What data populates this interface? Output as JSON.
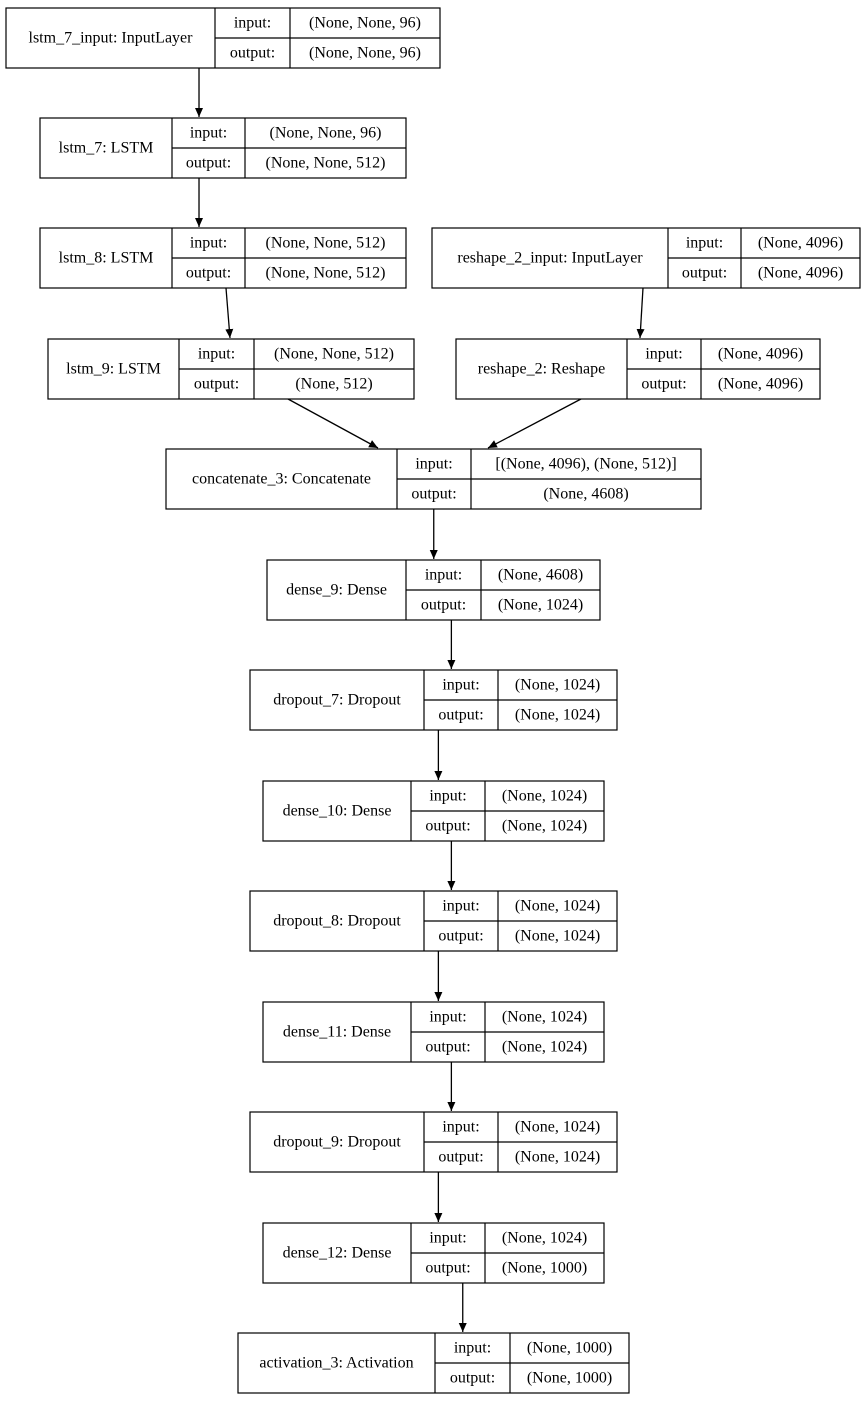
{
  "labels": {
    "input": "input:",
    "output": "output:"
  },
  "nodes": [
    {
      "id": "lstm_7_input",
      "title": "lstm_7_input: InputLayer",
      "input": "(None, None, 96)",
      "output": "(None, None, 96)"
    },
    {
      "id": "lstm_7",
      "title": "lstm_7: LSTM",
      "input": "(None, None, 96)",
      "output": "(None, None, 512)"
    },
    {
      "id": "lstm_8",
      "title": "lstm_8: LSTM",
      "input": "(None, None, 512)",
      "output": "(None, None, 512)"
    },
    {
      "id": "reshape_2_input",
      "title": "reshape_2_input: InputLayer",
      "input": "(None, 4096)",
      "output": "(None, 4096)"
    },
    {
      "id": "lstm_9",
      "title": "lstm_9: LSTM",
      "input": "(None, None, 512)",
      "output": "(None, 512)"
    },
    {
      "id": "reshape_2",
      "title": "reshape_2: Reshape",
      "input": "(None, 4096)",
      "output": "(None, 4096)"
    },
    {
      "id": "concatenate_3",
      "title": "concatenate_3: Concatenate",
      "input": "[(None, 4096), (None, 512)]",
      "output": "(None, 4608)"
    },
    {
      "id": "dense_9",
      "title": "dense_9: Dense",
      "input": "(None, 4608)",
      "output": "(None, 1024)"
    },
    {
      "id": "dropout_7",
      "title": "dropout_7: Dropout",
      "input": "(None, 1024)",
      "output": "(None, 1024)"
    },
    {
      "id": "dense_10",
      "title": "dense_10: Dense",
      "input": "(None, 1024)",
      "output": "(None, 1024)"
    },
    {
      "id": "dropout_8",
      "title": "dropout_8: Dropout",
      "input": "(None, 1024)",
      "output": "(None, 1024)"
    },
    {
      "id": "dense_11",
      "title": "dense_11: Dense",
      "input": "(None, 1024)",
      "output": "(None, 1024)"
    },
    {
      "id": "dropout_9",
      "title": "dropout_9: Dropout",
      "input": "(None, 1024)",
      "output": "(None, 1024)"
    },
    {
      "id": "dense_12",
      "title": "dense_12: Dense",
      "input": "(None, 1024)",
      "output": "(None, 1000)"
    },
    {
      "id": "activation_3",
      "title": "activation_3: Activation",
      "input": "(None, 1000)",
      "output": "(None, 1000)"
    }
  ],
  "edges": [
    {
      "from": "lstm_7_input",
      "to": "lstm_7"
    },
    {
      "from": "lstm_7",
      "to": "lstm_8"
    },
    {
      "from": "lstm_8",
      "to": "lstm_9"
    },
    {
      "from": "reshape_2_input",
      "to": "reshape_2"
    },
    {
      "from": "lstm_9",
      "to": "concatenate_3"
    },
    {
      "from": "reshape_2",
      "to": "concatenate_3"
    },
    {
      "from": "concatenate_3",
      "to": "dense_9"
    },
    {
      "from": "dense_9",
      "to": "dropout_7"
    },
    {
      "from": "dropout_7",
      "to": "dense_10"
    },
    {
      "from": "dense_10",
      "to": "dropout_8"
    },
    {
      "from": "dropout_8",
      "to": "dense_11"
    },
    {
      "from": "dense_11",
      "to": "dropout_9"
    },
    {
      "from": "dropout_9",
      "to": "dense_12"
    },
    {
      "from": "dense_12",
      "to": "activation_3"
    }
  ]
}
